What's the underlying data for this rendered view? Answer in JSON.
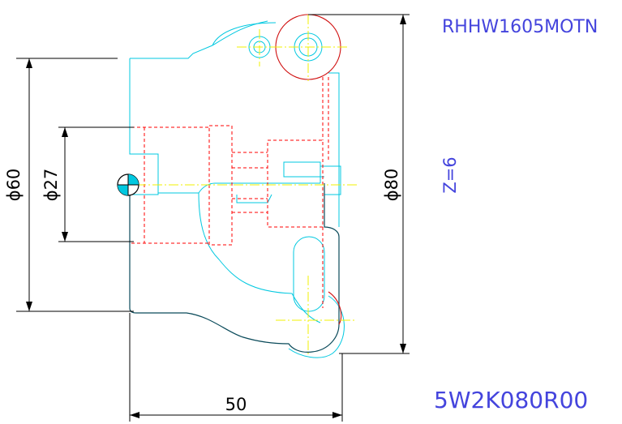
{
  "drawing": {
    "model_code": "RHHW1605MOTN",
    "part_code": "5W2K080R00",
    "teeth": "Z=6",
    "dim_width": "50",
    "dim_dia_outer": "ϕ80",
    "dim_dia_hub": "ϕ60",
    "dim_dia_bore": "ϕ27"
  },
  "colors": {
    "background": "#ffffff",
    "body_outline": "#00c8e0",
    "profile_outline": "#0a4a5a",
    "hidden_lines": "#ff0000",
    "insert_circle": "#d01010",
    "center_lines": "#f0f000",
    "dimension_lines": "#000000",
    "text_blue": "#4444dd",
    "datum_fill": "#00c8e0"
  }
}
